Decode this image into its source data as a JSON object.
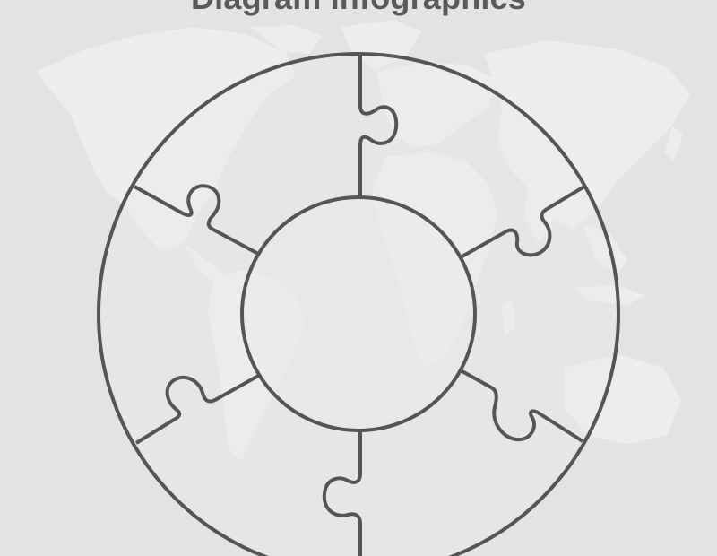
{
  "header": {
    "title": "Diagram Infographics"
  },
  "diagram": {
    "type": "puzzle-ring",
    "segments": 6,
    "center_circle": true,
    "colors": {
      "background": "#e3e3e3",
      "map_fill": "#ededed",
      "segment_fill": "#ececec",
      "stroke": "#555555",
      "title": "#5a5a5a"
    },
    "icons": [
      "world-map-icon"
    ]
  }
}
